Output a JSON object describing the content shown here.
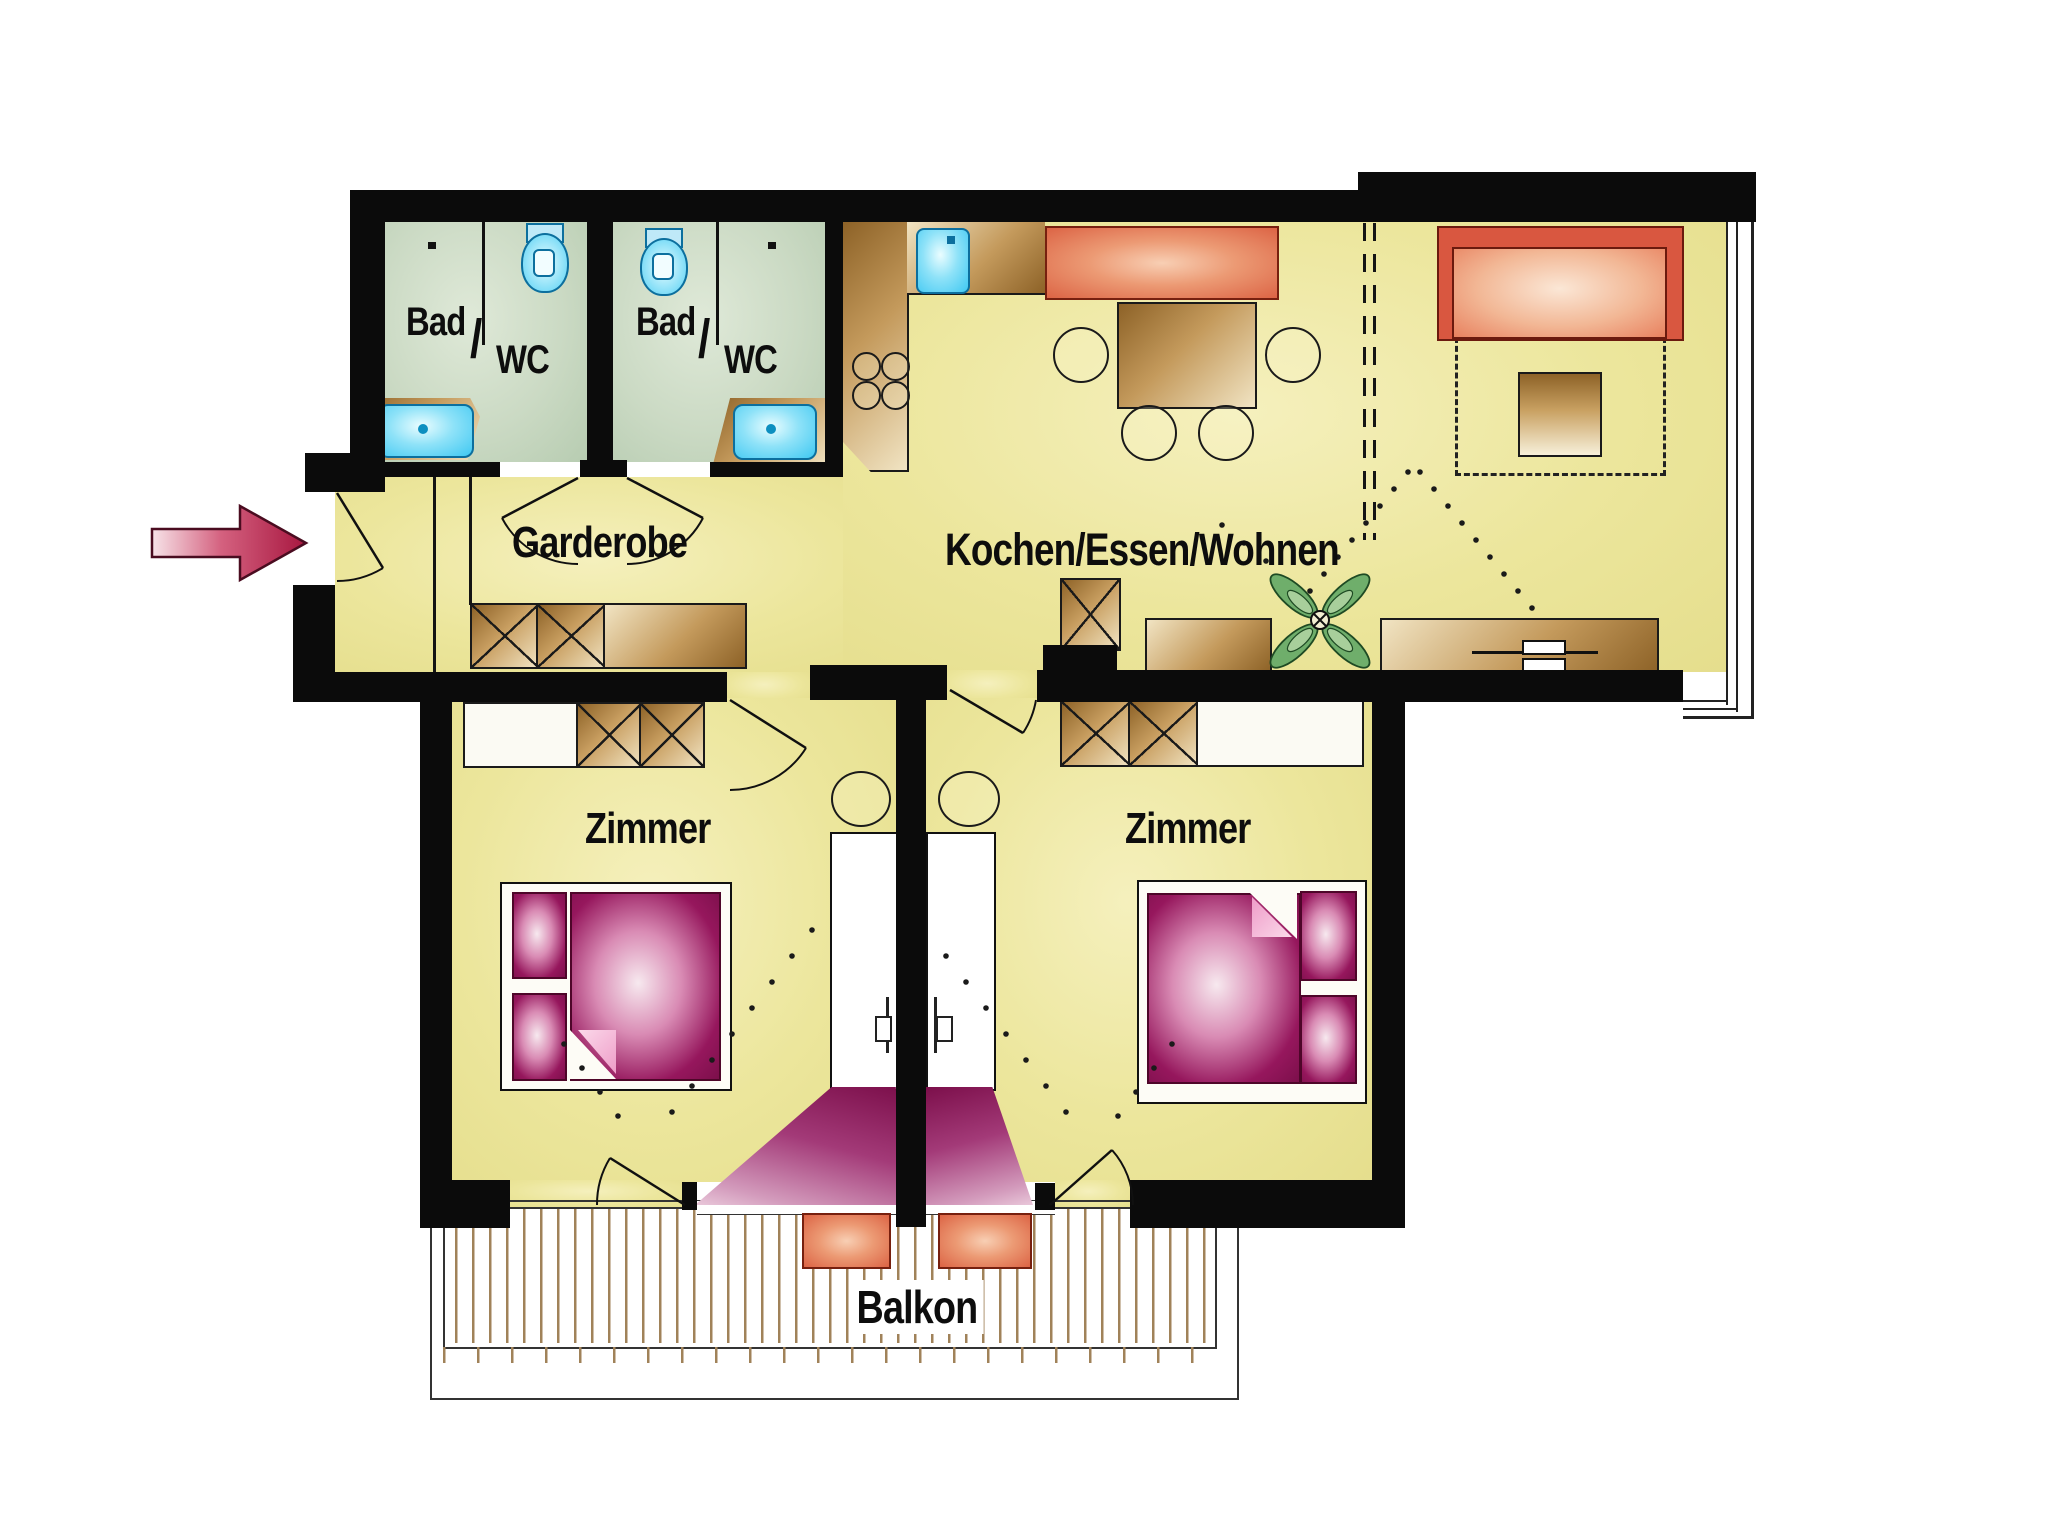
{
  "plan": {
    "rooms": {
      "bath1": {
        "bad": "Bad",
        "slash": "/",
        "wc": "WC"
      },
      "bath2": {
        "bad": "Bad",
        "slash": "/",
        "wc": "WC"
      },
      "hall": {
        "label": "Garderobe"
      },
      "living": {
        "label": "Kochen/Essen/Wohnen"
      },
      "bedroom_left": {
        "label": "Zimmer"
      },
      "bedroom_right": {
        "label": "Zimmer"
      },
      "balcony": {
        "label": "Balkon"
      }
    },
    "colors": {
      "wall": "#0b0b0b",
      "floor_yellow": "#ece69c",
      "bath_floor_green": "#c9d8c3",
      "wood_tan": "#a9763a",
      "furniture_orange": "#dc6445",
      "bed_magenta": "#8d1557",
      "fixture_blue": "#3fc8f2",
      "plant_green": "#5d9a57",
      "entry_arrow_red": "#a81740"
    }
  }
}
